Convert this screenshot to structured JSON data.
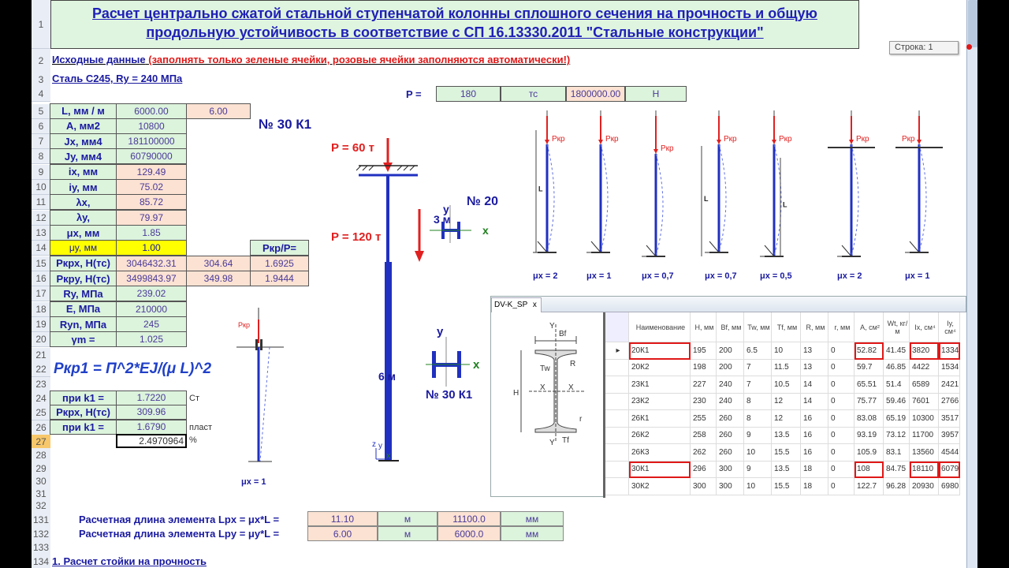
{
  "title_lines": [
    "Расчет центрально сжатой стальной ступенчатой колонны сплошного сечения на прочность и общую",
    "продольную устойчивость в соответствие с СП 16.13330.2011 \"Стальные конструкции\""
  ],
  "row2": {
    "a": "Исходные данные",
    "b": " (заполнять только зеленые ячейки, розовые ячейки заполняются автоматически!)"
  },
  "row3": "Сталь С245, Ry = 240 МПа",
  "load": {
    "label": "P =",
    "value": "180",
    "unit1": "тс",
    "value_n": "1800000.00",
    "unit2": "Н"
  },
  "params": [
    {
      "label": "L, мм / м",
      "value": "6000.00",
      "extra": "6.00"
    },
    {
      "label": "А, мм2",
      "value": "10800"
    },
    {
      "label": "Jx, мм4",
      "value": "181100000"
    },
    {
      "label": "Jy, мм4",
      "value": "60790000"
    },
    {
      "label": "ix, мм",
      "value": "129.49"
    },
    {
      "label": "iy, мм",
      "value": "75.02"
    },
    {
      "label": "λx,",
      "value": "85.72"
    },
    {
      "label": "λy,",
      "value": "79.97"
    },
    {
      "label": "μx, мм",
      "value": "1.85"
    },
    {
      "label": "μy, мм",
      "value": "1.00",
      "ratio": "Pкр/P="
    },
    {
      "label": "Pкрх, Н(тс)",
      "value": "3046432.31",
      "extra": "304.64",
      "ratio": "1.6925"
    },
    {
      "label": "Pкрy, Н(тс)",
      "value": "3499843.97",
      "extra": "349.98",
      "ratio": "1.9444"
    },
    {
      "label": "Ry, МПа",
      "value": "239.02"
    },
    {
      "label": "E, МПа",
      "value": "210000"
    },
    {
      "label": "Ryn, МПа",
      "value": "245"
    },
    {
      "label": "γm =",
      "value": "1.025"
    }
  ],
  "section_label": "№ 30 К1",
  "formula": "Ркр1 = П^2*EJ/(μ L)^2",
  "k_rows": [
    {
      "label": "при k1 =",
      "value": "1.7220",
      "note": "Ст"
    },
    {
      "label": "Pкрх, Н(тс)",
      "value": "309.96"
    },
    {
      "label": "при k1 =",
      "value": "1.6790",
      "note": "пласт"
    }
  ],
  "selected_cell": {
    "value": "2.4970964",
    "note": "%"
  },
  "row_numbers": [
    "1",
    "2",
    "3",
    "4",
    "5",
    "6",
    "7",
    "8",
    "9",
    "10",
    "11",
    "12",
    "13",
    "14",
    "15",
    "16",
    "17",
    "18",
    "19",
    "20",
    "21",
    "22",
    "23",
    "24",
    "25",
    "26",
    "27",
    "28",
    "29",
    "30",
    "31",
    "32",
    "131",
    "132",
    "133",
    "134"
  ],
  "selected_row": "27",
  "calc_lengths": [
    {
      "label": "Расчетная длина элемента  Lpx = μx*L =",
      "m": "11.10",
      "unit_m": "м",
      "mm": "11100.0",
      "unit_mm": "мм"
    },
    {
      "label": "Расчетная длина элемента  Lpy = μy*L =",
      "m": "6.00",
      "unit_m": "м",
      "mm": "6000.0",
      "unit_mm": "мм"
    }
  ],
  "row134": "1. Расчет стойки на прочность",
  "column_diagram": {
    "p_top": "P = 60 т",
    "p_mid": "P = 120 т",
    "len_top": "3 м",
    "len_bot": "6 м",
    "sec_top": "№ 20",
    "sec_bot": "№ 30 К1",
    "axis_x": "x",
    "axis_y": "y",
    "axis_z": "z"
  },
  "small_diagram": {
    "force": "Pкр",
    "mu": "μx = 1"
  },
  "schemes": {
    "force": "Pкр",
    "length": "L",
    "mu": [
      "μx = 2",
      "μx = 1",
      "μx = 0,7",
      "μx = 0,7",
      "μx = 0,5",
      "μx = 2",
      "μx = 1"
    ]
  },
  "tooltip": "Строка: 1",
  "dv_window": {
    "tab": "DV-K_SP",
    "close": "x",
    "profile_labels": {
      "y": "Y",
      "bf": "Bf",
      "r_big": "R",
      "tw": "Tw",
      "h": "H",
      "x": "X",
      "r_small": "r",
      "tf": "Tf"
    },
    "columns": [
      "Наименование",
      "H, мм",
      "Bf, мм",
      "Tw, мм",
      "Tf, мм",
      "R, мм",
      "r, мм",
      "A, см²",
      "Wt, кг/м",
      "Ix, см⁴",
      "Iy, см⁴"
    ],
    "rows": [
      [
        "20К1",
        "195",
        "200",
        "6.5",
        "10",
        "13",
        "0",
        "52.82",
        "41.45",
        "3820",
        "1334"
      ],
      [
        "20К2",
        "198",
        "200",
        "7",
        "11.5",
        "13",
        "0",
        "59.7",
        "46.85",
        "4422",
        "1534"
      ],
      [
        "23К1",
        "227",
        "240",
        "7",
        "10.5",
        "14",
        "0",
        "65.51",
        "51.4",
        "6589",
        "2421"
      ],
      [
        "23К2",
        "230",
        "240",
        "8",
        "12",
        "14",
        "0",
        "75.77",
        "59.46",
        "7601",
        "2766"
      ],
      [
        "26К1",
        "255",
        "260",
        "8",
        "12",
        "16",
        "0",
        "83.08",
        "65.19",
        "10300",
        "3517"
      ],
      [
        "26К2",
        "258",
        "260",
        "9",
        "13.5",
        "16",
        "0",
        "93.19",
        "73.12",
        "11700",
        "3957"
      ],
      [
        "26К3",
        "262",
        "260",
        "10",
        "15.5",
        "16",
        "0",
        "105.9",
        "83.1",
        "13560",
        "4544"
      ],
      [
        "30К1",
        "296",
        "300",
        "9",
        "13.5",
        "18",
        "0",
        "108",
        "84.75",
        "18110",
        "6079"
      ],
      [
        "30К2",
        "300",
        "300",
        "10",
        "15.5",
        "18",
        "0",
        "122.7",
        "96.28",
        "20930",
        "6980"
      ]
    ],
    "current_row": 0,
    "highlighted_rows": [
      0,
      7
    ]
  },
  "colors": {
    "label_blue": "#1a1aa0",
    "green_cell": "#dcf3dc",
    "pink_cell": "#fbe2d2",
    "highlight": "#ffff00",
    "force_red": "#e02020",
    "column_blue": "#2030c0",
    "box_red": "#e01818"
  }
}
